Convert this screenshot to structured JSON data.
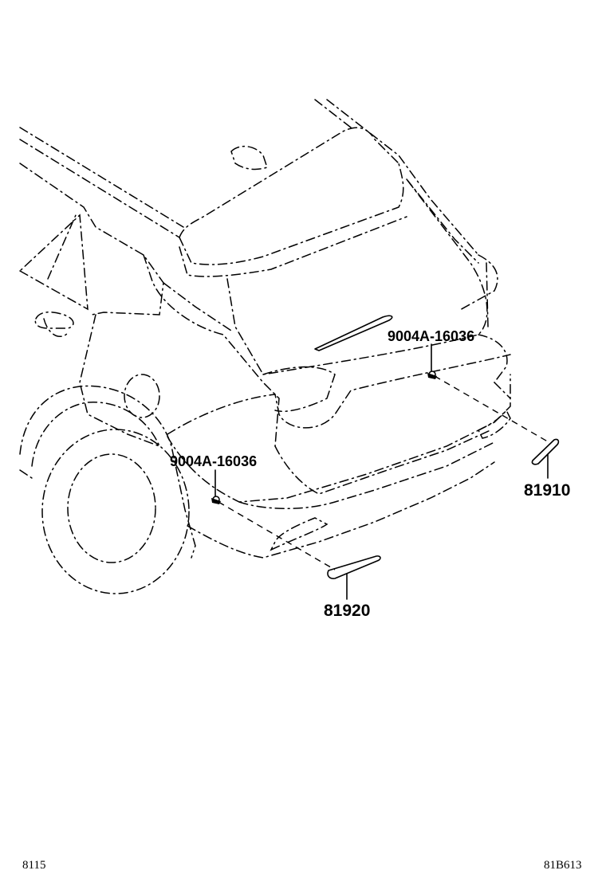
{
  "parts": {
    "bolt_upper": "9004A-16036",
    "bolt_lower": "9004A-16036",
    "reflector_right": "81910",
    "reflector_left": "81920"
  },
  "footer": {
    "left_code": "8115",
    "right_code": "81B613"
  }
}
